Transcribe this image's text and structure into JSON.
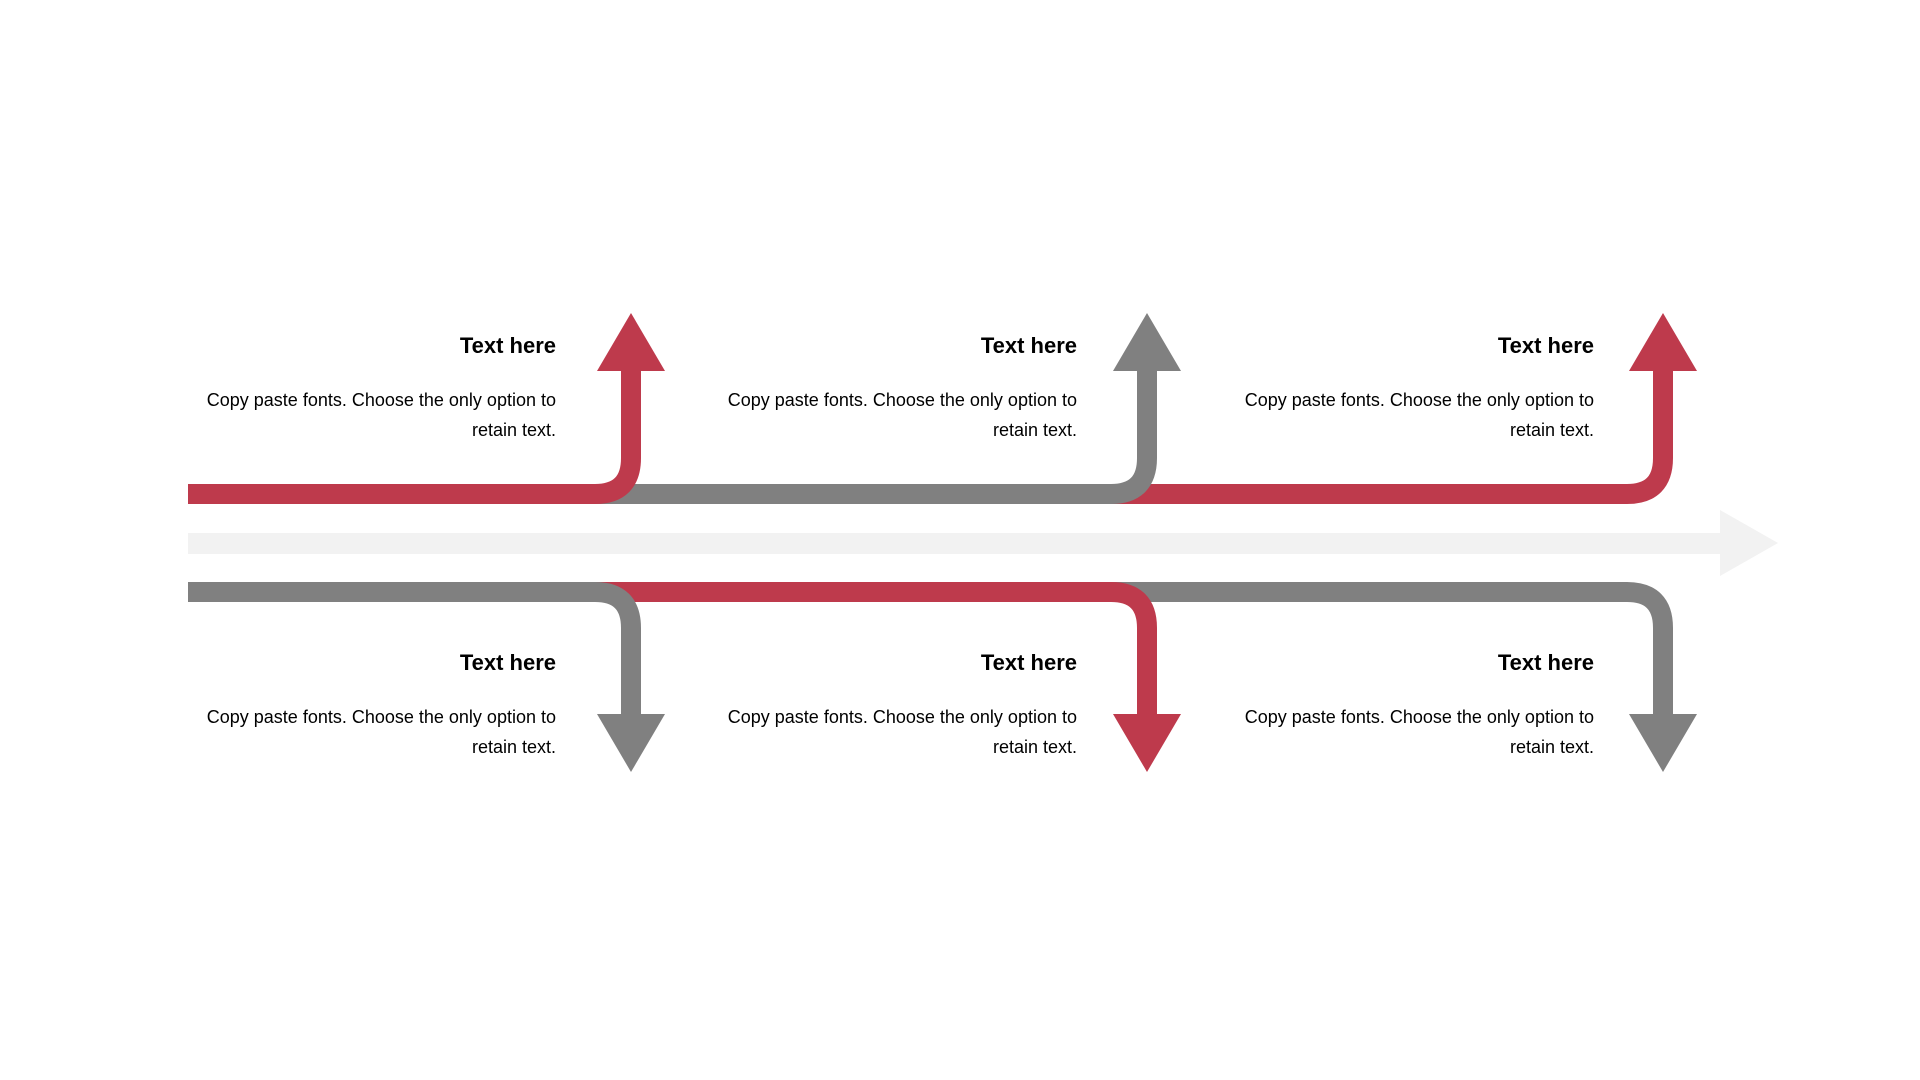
{
  "colors": {
    "accent": "#BE3A4C",
    "neutral": "#808080",
    "timeline": "#F2F2F2"
  },
  "items": [
    {
      "title": "Text here",
      "body_line1": "Copy paste fonts. Choose the only option to",
      "body_line2": "retain text.",
      "color": "accent",
      "direction": "up"
    },
    {
      "title": "Text here",
      "body_line1": "Copy paste fonts. Choose the only option to",
      "body_line2": "retain text.",
      "color": "neutral",
      "direction": "up"
    },
    {
      "title": "Text here",
      "body_line1": "Copy paste fonts. Choose the only option to",
      "body_line2": "retain text.",
      "color": "accent",
      "direction": "up"
    },
    {
      "title": "Text here",
      "body_line1": "Copy paste fonts. Choose the only option to",
      "body_line2": "retain text.",
      "color": "neutral",
      "direction": "down"
    },
    {
      "title": "Text here",
      "body_line1": "Copy paste fonts. Choose the only option to",
      "body_line2": "retain text.",
      "color": "accent",
      "direction": "down"
    },
    {
      "title": "Text here",
      "body_line1": "Copy paste fonts. Choose the only option to",
      "body_line2": "retain text.",
      "color": "neutral",
      "direction": "down"
    }
  ]
}
